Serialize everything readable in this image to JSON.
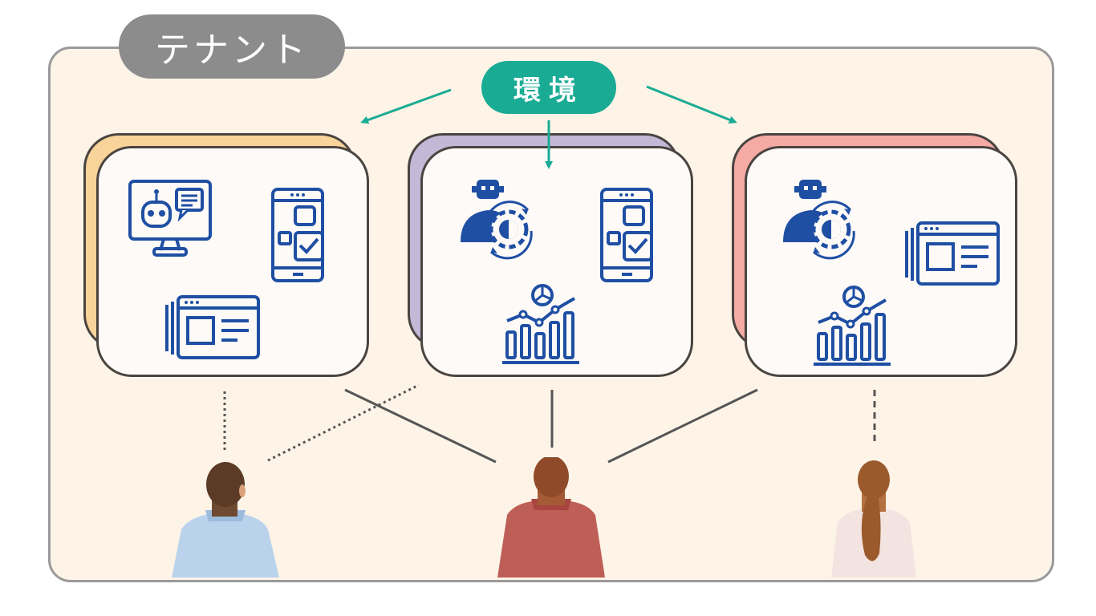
{
  "tenant": {
    "label": "テナント"
  },
  "environment": {
    "label": "環境"
  },
  "colors": {
    "env_1": "#f9d49a",
    "env_2": "#c3b8d6",
    "env_3": "#f5aba4",
    "accent": "#1aab95",
    "icon": "#1f4fa3"
  },
  "environments": [
    {
      "icons": [
        "chatbot-monitor-icon",
        "mobile-app-icon",
        "web-page-icon"
      ]
    },
    {
      "icons": [
        "robot-automation-icon",
        "mobile-app-icon",
        "analytics-chart-icon"
      ]
    },
    {
      "icons": [
        "robot-automation-icon",
        "web-page-icon",
        "analytics-chart-icon"
      ]
    }
  ],
  "users": [
    {
      "icon": "person-blue-shirt-icon",
      "access": [
        "dotted",
        "dotted"
      ]
    },
    {
      "icon": "person-red-shirt-icon",
      "access": [
        "solid",
        "solid",
        "solid"
      ]
    },
    {
      "icon": "person-ponytail-icon",
      "access": [
        "dashed"
      ]
    }
  ]
}
